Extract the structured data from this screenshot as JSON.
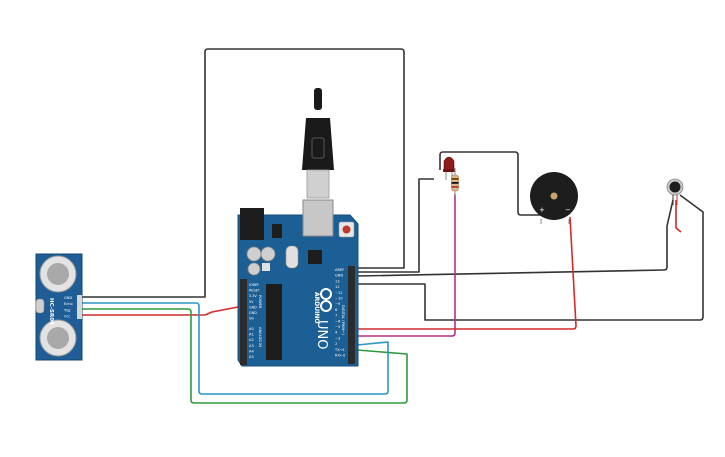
{
  "colors": {
    "board": "#1c5f95",
    "board_dark": "#164c78",
    "header": "#2b2b2b",
    "wire_black": "#333333",
    "wire_red": "#d42a2a",
    "wire_green": "#2e9a3c",
    "wire_blue": "#2a96c9",
    "wire_magenta": "#b0308f",
    "sensor_board": "#1e5d96",
    "led_red": "#8e1a1a"
  },
  "sensor": {
    "model": "HC-SR04",
    "pin_labels": [
      "GND",
      "Echo",
      "Trig",
      "Vcc"
    ]
  },
  "arduino": {
    "brand": "ARDUINO",
    "model": "UNO",
    "digital_pins": [
      "AREF",
      "GND",
      "13",
      "12",
      "~11",
      "~10",
      "~9",
      "8",
      "7",
      "~6",
      "~5",
      "4",
      "~3",
      "2",
      "TX→1",
      "RX←0"
    ],
    "power_pins": [
      "IOREF",
      "RESET",
      "3.3V",
      "5V",
      "GND",
      "GND",
      "Vin"
    ],
    "analog_pins": [
      "A0",
      "A1",
      "A2",
      "A3",
      "A4",
      "A5"
    ],
    "power_label": "POWER",
    "analog_label": "ANALOG IN",
    "digital_label": "DIGITAL (PWM~)"
  },
  "buzzer": {
    "plus": "+",
    "minus": "−"
  }
}
